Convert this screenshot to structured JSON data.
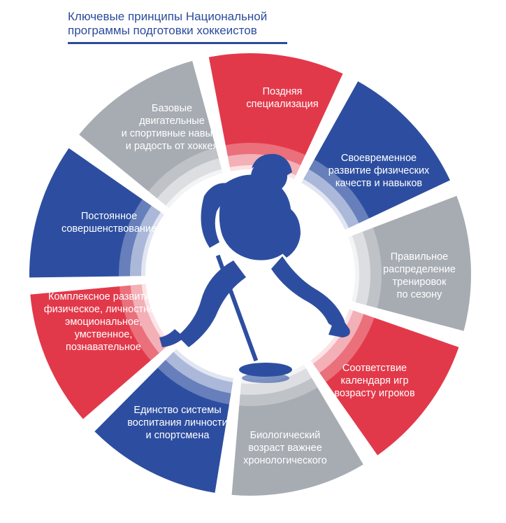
{
  "title": "Ключевые принципы Национальной\nпрограммы подготовки хоккеистов",
  "colors": {
    "red": "#e2394a",
    "blue": "#2d4ea0",
    "grey": "#a7acb3",
    "title": "#2b4b9b"
  },
  "figure_icon": "hockey-player-icon",
  "segments": [
    {
      "label": "Поздняя\nспециализация",
      "color": "red"
    },
    {
      "label": "Своевременное\nразвитие физических\nкачеств и навыков",
      "color": "blue"
    },
    {
      "label": "Правильное\nраспределение\nтренировок\nпо сезону",
      "color": "grey"
    },
    {
      "label": "Соответствие\nкалендаря игр\nвозрасту игроков",
      "color": "red"
    },
    {
      "label": "Биологический\nвозраст важнее\nхронологического",
      "color": "grey"
    },
    {
      "label": "Единство системы\nвоспитания личности\nи спортсмена",
      "color": "blue"
    },
    {
      "label": "Комплексное развитие:\nфизическое, личностное,\nэмоциональное,\nумственное,\nпознавательное",
      "color": "red"
    },
    {
      "label": "Постоянное\nсовершенствование",
      "color": "blue"
    },
    {
      "label": "Базовые\nдвигательные\nи спортивные навыки\nи радость от хоккея",
      "color": "grey"
    }
  ]
}
